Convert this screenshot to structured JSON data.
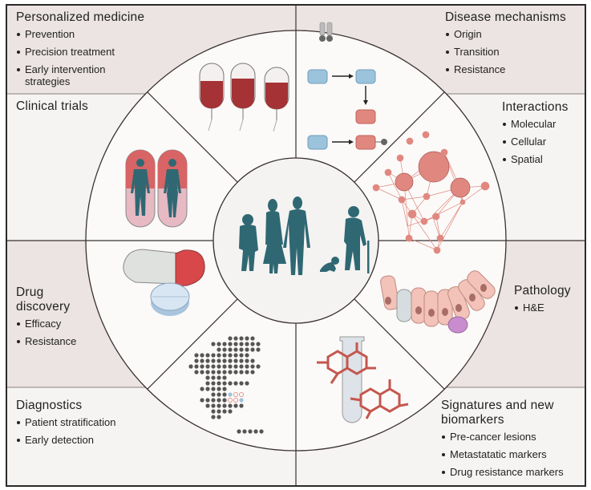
{
  "colors": {
    "panel_dark": "#ebe4e2",
    "panel_light": "#f6f4f3",
    "wheel_fill": "#fbfaf8",
    "center_fill": "#f4f3f1",
    "people": "#2f6873",
    "red_dark": "#a53235",
    "pink": "#e08880",
    "blue": "#9cc3dc",
    "grey_dot": "#555555"
  },
  "sections": {
    "personalized_medicine": {
      "title": "Personalized medicine",
      "items": [
        "Prevention",
        "Precision treatment",
        "Early intervention strategies"
      ]
    },
    "clinical_trials": {
      "title": "Clinical trials",
      "items": []
    },
    "drug_discovery": {
      "title": "Drug discovery",
      "items": [
        "Efficacy",
        "Resistance"
      ]
    },
    "diagnostics": {
      "title": "Diagnostics",
      "items": [
        "Patient stratification",
        "Early detection"
      ]
    },
    "disease_mechanisms": {
      "title": "Disease mechanisms",
      "items": [
        "Origin",
        "Transition",
        "Resistance"
      ]
    },
    "interactions": {
      "title": "Interactions",
      "items": [
        "Molecular",
        "Cellular",
        "Spatial"
      ]
    },
    "pathology": {
      "title": "Pathology",
      "items": [
        "H&E"
      ]
    },
    "signatures": {
      "title": "Signatures and new biomarkers",
      "items": [
        "Pre-cancer lesions",
        "Metastatatic markers",
        "Drug resistance markers"
      ]
    }
  },
  "icons": {
    "center": "population-people-icon",
    "wedges": [
      "blood-bag-icon",
      "signaling-pathway-icon",
      "network-graph-icon",
      "epithelial-cells-icon",
      "test-tube-molecule-icon",
      "spatial-dot-map-icon",
      "pills-icon",
      "capsule-humans-icon"
    ]
  }
}
